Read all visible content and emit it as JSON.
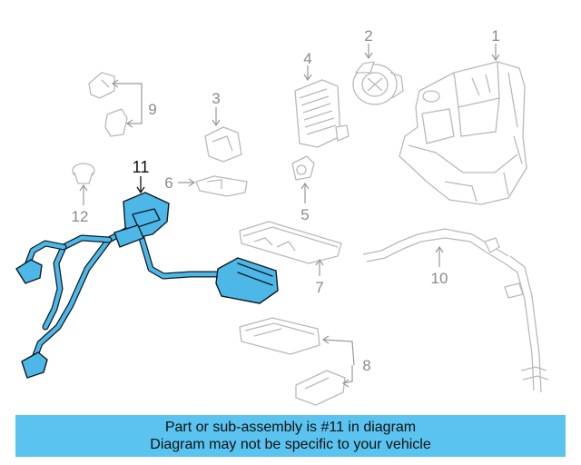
{
  "diagram": {
    "callouts": [
      "1",
      "2",
      "3",
      "4",
      "5",
      "6",
      "7",
      "8",
      "9",
      "10",
      "11",
      "12"
    ],
    "highlighted_callout": "11",
    "colors": {
      "highlight": "#4db8e8",
      "outline": "#0d1a22",
      "ghost": "#b9b9b9",
      "banner": "#5bc3ef"
    }
  },
  "banner": {
    "line1": "Part or sub-assembly is #11 in diagram",
    "line2": "Diagram may not be specific to your vehicle"
  }
}
